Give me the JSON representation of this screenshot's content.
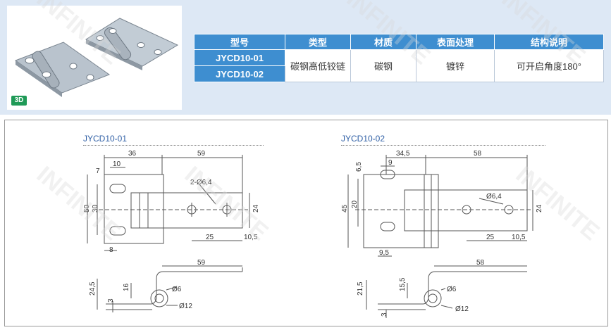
{
  "badge": "3D",
  "table": {
    "headers": [
      "型号",
      "类型",
      "材质",
      "表面处理",
      "结构说明"
    ],
    "models": [
      "JYCD10-01",
      "JYCD10-02"
    ],
    "type": "碳钢高低铰链",
    "material": "碳钢",
    "surface": "镀锌",
    "structure": "可开启角度180°"
  },
  "drawing1": {
    "title": "JYCD10-01",
    "dims": {
      "d36": "36",
      "d59": "59",
      "d10": "10",
      "d7": "7",
      "hole": "2-Ø6,4",
      "d50": "50",
      "d30": "30",
      "d24": "24",
      "d25": "25",
      "d10_5": "10,5",
      "d8": "8",
      "side59": "59",
      "side24_5": "24,5",
      "side16": "16",
      "side3": "3",
      "phi6": "Ø6",
      "phi12": "Ø12"
    }
  },
  "drawing2": {
    "title": "JYCD10-02",
    "dims": {
      "d34_5": "34,5",
      "d58": "58",
      "d9": "9",
      "d6_5": "6,5",
      "hole": "Ø6,4",
      "d45": "45",
      "d20": "20",
      "d24": "24",
      "d25": "25",
      "d10_5": "10,5",
      "d9_5": "9,5",
      "side58": "58",
      "side21_5": "21,5",
      "side15_5": "15,5",
      "side3": "3",
      "phi6": "Ø6",
      "phi12": "Ø12"
    }
  },
  "watermark": "INFINITE"
}
